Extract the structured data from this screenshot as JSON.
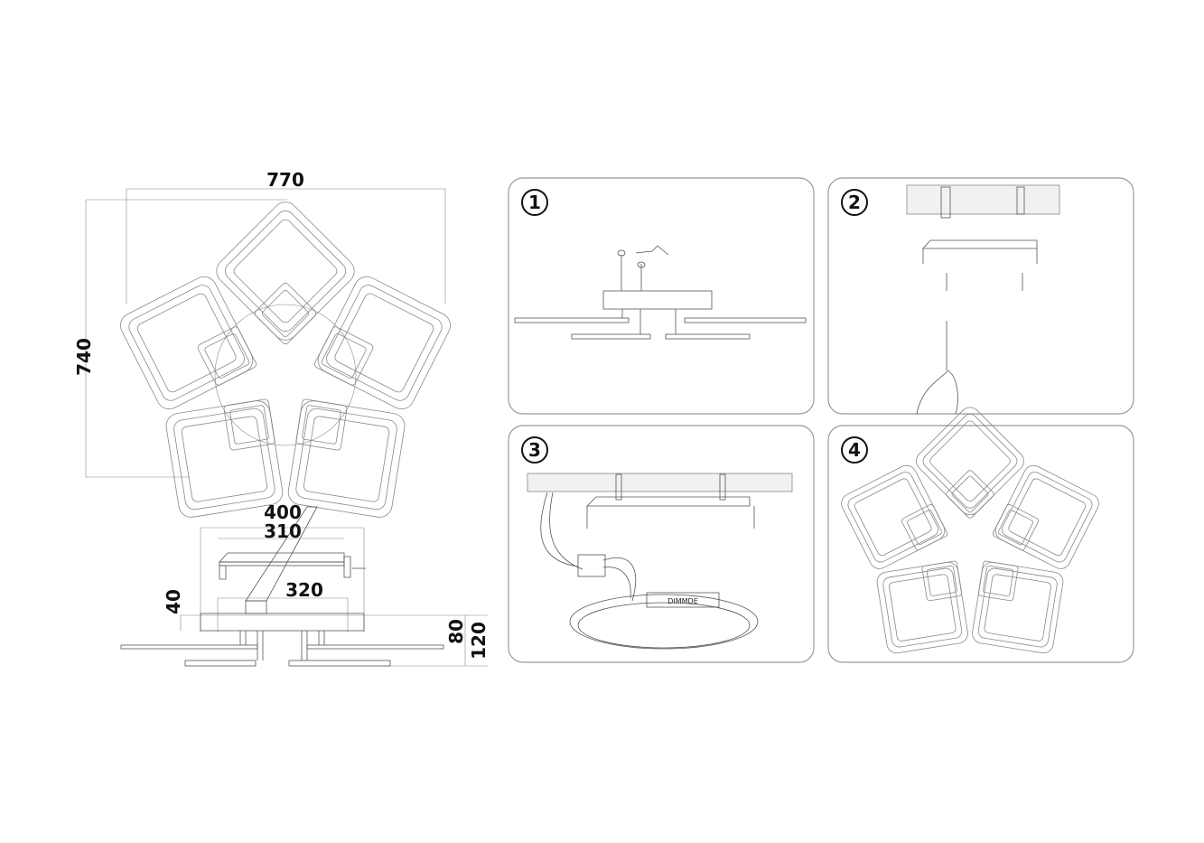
{
  "dimensions": {
    "width_total": "770",
    "height_total": "740",
    "bracket_outer": "400",
    "bracket_inner": "310",
    "base_length": "320",
    "bracket_height": "40",
    "body_height": "80",
    "total_height": "120"
  },
  "steps": [
    {
      "number": "1"
    },
    {
      "number": "2"
    },
    {
      "number": "3",
      "driver_label": "DIMMDE"
    },
    {
      "number": "4"
    }
  ]
}
